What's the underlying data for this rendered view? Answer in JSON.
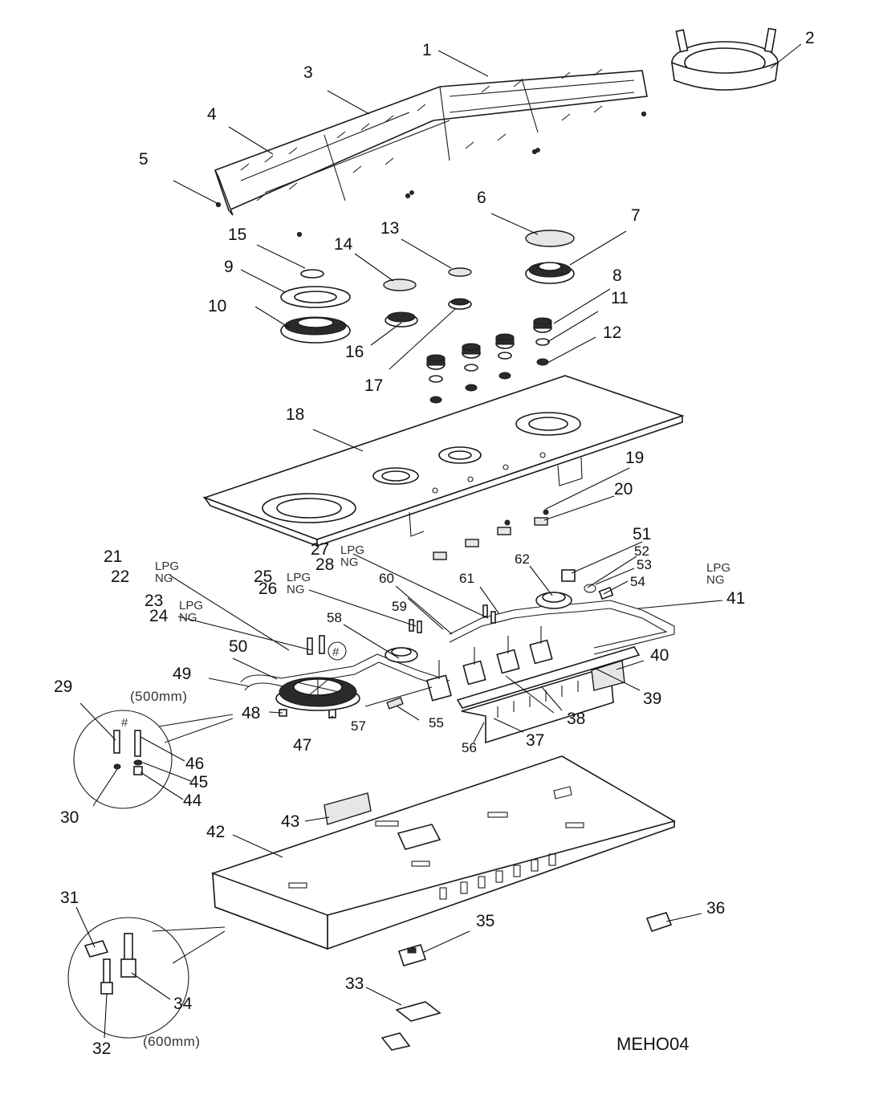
{
  "callouts": [
    "1",
    "2",
    "3",
    "4",
    "5",
    "6",
    "7",
    "8",
    "9",
    "10",
    "11",
    "12",
    "13",
    "14",
    "15",
    "16",
    "17",
    "18",
    "19",
    "20",
    "21",
    "22",
    "23",
    "24",
    "25",
    "26",
    "27",
    "28",
    "29",
    "30",
    "31",
    "32",
    "33",
    "34",
    "35",
    "36",
    "37",
    "38",
    "39",
    "40",
    "41",
    "42",
    "43",
    "44",
    "45",
    "46",
    "47",
    "48",
    "49",
    "50",
    "51",
    "52",
    "53",
    "54",
    "55",
    "56",
    "57",
    "58",
    "59",
    "60",
    "61",
    "62"
  ],
  "gas_lpg": "LPG",
  "gas_ng": "NG",
  "hash_mark": "#",
  "note_500": "(500mm)",
  "note_600": "(600mm)",
  "diagram_code": "MEHO04"
}
